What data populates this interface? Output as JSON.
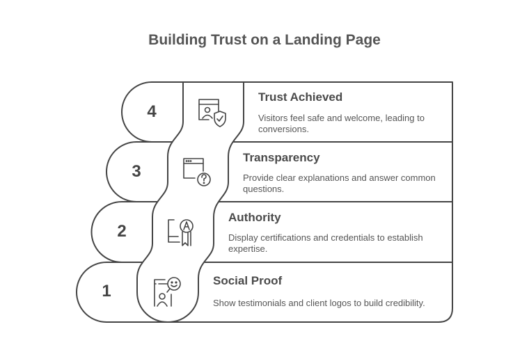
{
  "title": "Building Trust on a Landing Page",
  "steps": [
    {
      "number": "1",
      "title": "Social Proof",
      "description": "Show testimonials and client logos to build credibility.",
      "icon": "testimonial-chat-icon"
    },
    {
      "number": "2",
      "title": "Authority",
      "description": "Display certifications and credentials to establish expertise.",
      "icon": "certificate-badge-icon"
    },
    {
      "number": "3",
      "title": "Transparency",
      "description": "Provide clear explanations and answer common questions.",
      "icon": "browser-question-icon"
    },
    {
      "number": "4",
      "title": "Trust Achieved",
      "description": "Visitors feel safe and welcome, leading to conversions.",
      "icon": "user-shield-check-icon"
    }
  ],
  "colors": {
    "stroke": "#444444",
    "text": "#4a4a4a",
    "fill": "#ffffff"
  }
}
